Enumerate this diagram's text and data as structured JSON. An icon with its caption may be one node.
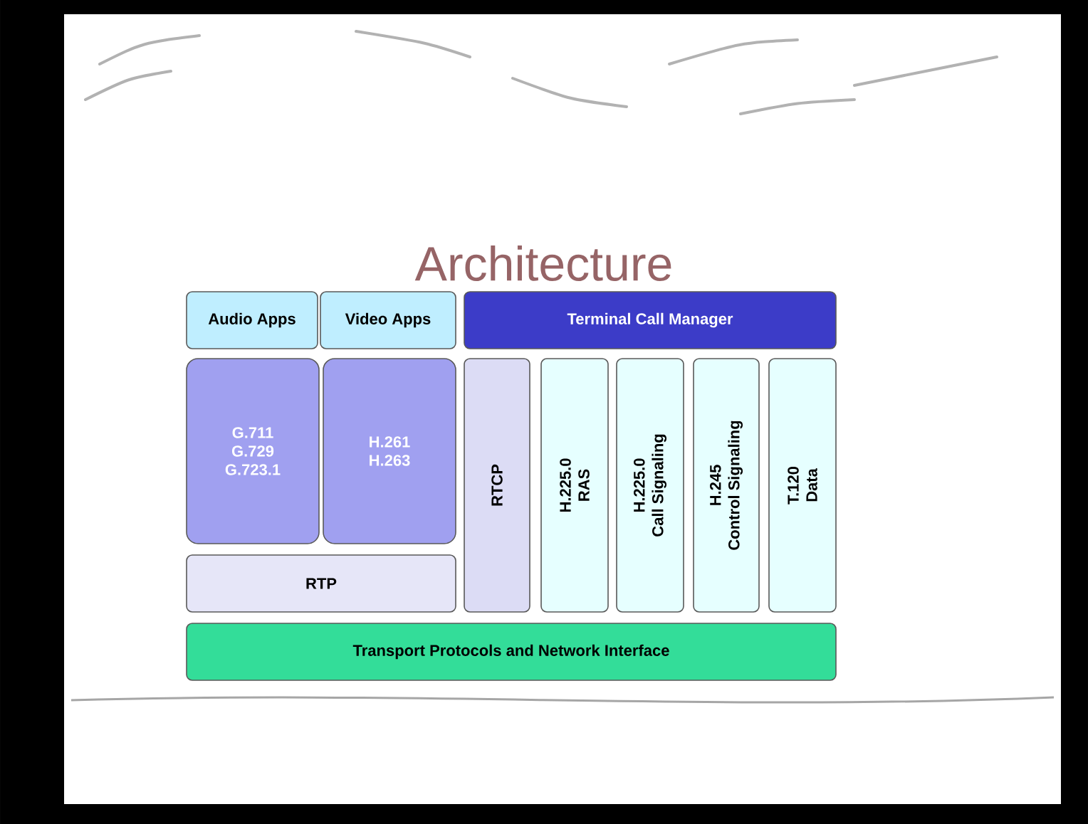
{
  "diagram": {
    "title": "Architecture",
    "nodes": [
      {
        "text": [
          "Audio Apps"
        ]
      },
      {
        "text": [
          "Video Apps"
        ]
      },
      {
        "text": [
          "Terminal Call Manager"
        ]
      },
      {
        "text": [
          "G.711",
          "G.729",
          "G.723.1"
        ]
      },
      {
        "text": [
          "H.261",
          "H.263"
        ]
      },
      {
        "text": [
          "RTP"
        ]
      },
      {
        "text": [
          "RTCP"
        ]
      },
      {
        "text": [
          "H.225.0",
          "RAS"
        ]
      },
      {
        "text": [
          "H.225.0",
          "Call Signaling"
        ]
      },
      {
        "text": [
          "H.245",
          "Control Signaling"
        ]
      },
      {
        "text": [
          "T.120",
          "Data"
        ]
      },
      {
        "text": [
          "Transport Protocols and Network Interface"
        ]
      }
    ]
  }
}
